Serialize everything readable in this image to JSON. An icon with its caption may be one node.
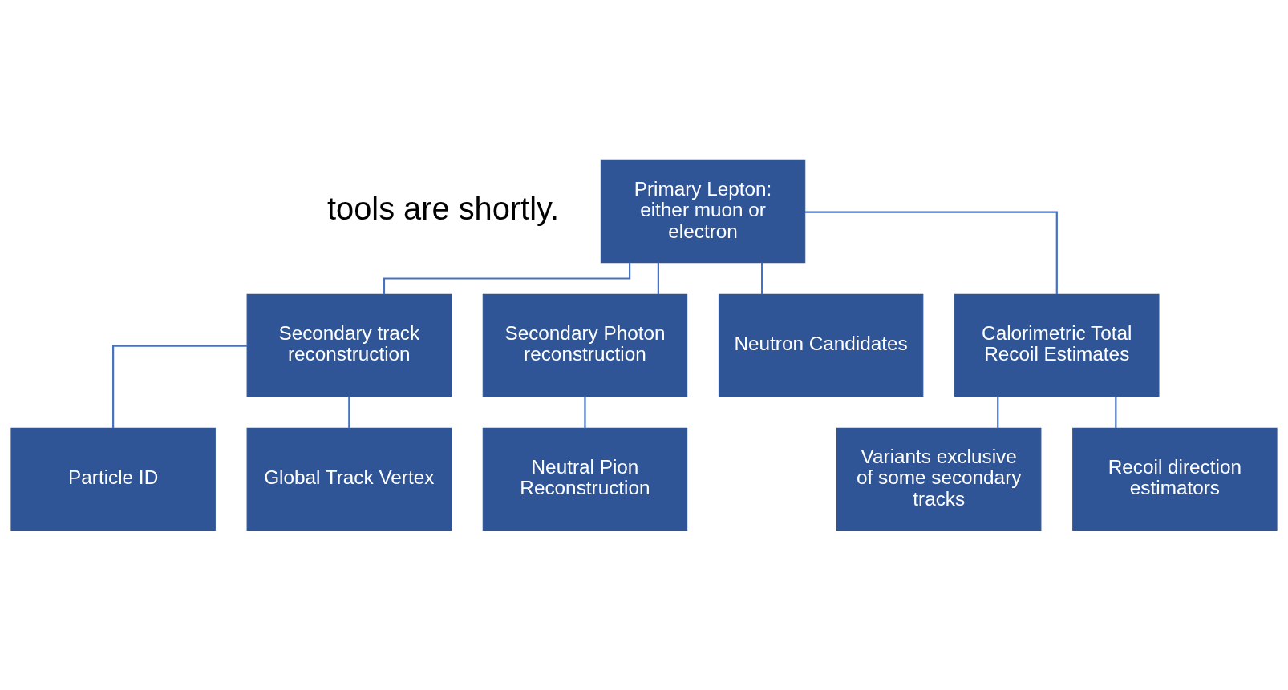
{
  "diagram": {
    "nodes": [
      {
        "text": [
          "Primary Lepton: either muon or electron"
        ]
      },
      {
        "text": [
          "Secondary track reconstruction"
        ]
      },
      {
        "text": [
          "Secondary Photon reconstruction"
        ]
      },
      {
        "text": [
          "Neutron Candidates"
        ]
      },
      {
        "text": [
          "Calorimetric Total Recoil Estimates"
        ]
      },
      {
        "text": [
          "Particle ID"
        ]
      },
      {
        "text": [
          "Global Track Vertex"
        ]
      },
      {
        "text": [
          "Neutral Pion Reconstruction"
        ]
      },
      {
        "text": [
          "Variants exclusive of some secondary tracks"
        ]
      },
      {
        "text": [
          "Recoil direction estimators"
        ]
      }
    ],
    "edges": [
      {
        "from": 0,
        "to": 1,
        "arrow": "none"
      },
      {
        "from": 0,
        "to": 2,
        "arrow": "none"
      },
      {
        "from": 0,
        "to": 3,
        "arrow": "none"
      },
      {
        "from": 0,
        "to": 4,
        "arrow": "none"
      },
      {
        "from": 1,
        "to": 5,
        "arrow": "none"
      },
      {
        "from": 1,
        "to": 6,
        "arrow": "none"
      },
      {
        "from": 2,
        "to": 7,
        "arrow": "none"
      },
      {
        "from": 4,
        "to": 8,
        "arrow": "none"
      },
      {
        "from": 4,
        "to": 9,
        "arrow": "none"
      }
    ],
    "labels": [
      "tools are shortly."
    ]
  }
}
